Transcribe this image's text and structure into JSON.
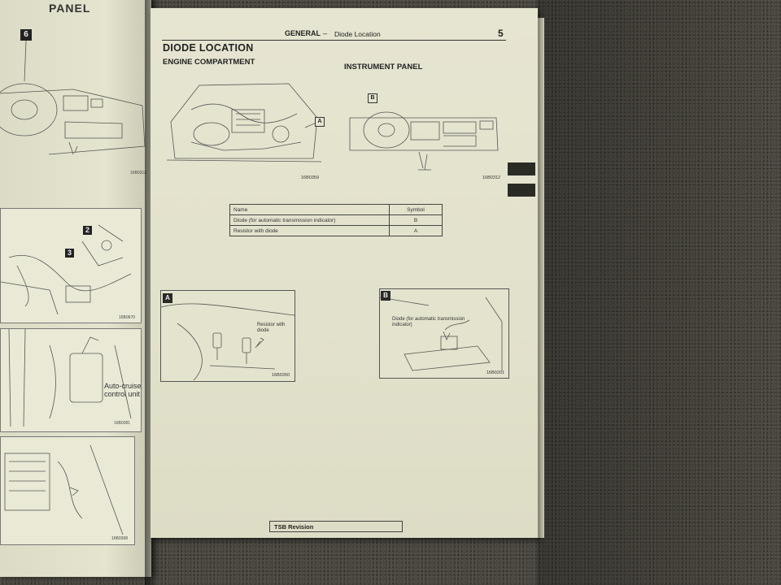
{
  "left_page": {
    "title": "PANEL",
    "callouts": [
      "6",
      "3",
      "2",
      "3"
    ],
    "label": "Auto-cruise control unit",
    "fig_codes": [
      "16B0670",
      "16B0381",
      "16B0368"
    ]
  },
  "header": {
    "section": "GENERAL",
    "separator": "–",
    "subsection": "Diode Location",
    "page_number": "5"
  },
  "page_title": "DIODE LOCATION",
  "engine_figure": {
    "heading": "ENGINE COMPARTMENT",
    "callout": "A",
    "code": "16B0359"
  },
  "panel_figure": {
    "heading": "INSTRUMENT PANEL",
    "callout": "B",
    "code": "16B0312"
  },
  "table": {
    "headers": [
      "Name",
      "Symbol"
    ],
    "rows": [
      {
        "name": "Diode (for automatic transmission indicator)",
        "symbol": "B"
      },
      {
        "name": "Resistor with diode",
        "symbol": "A"
      }
    ]
  },
  "detail_a": {
    "tag": "A",
    "note": "Resistor with diode",
    "code": "16B0260"
  },
  "detail_b": {
    "tag": "B",
    "note": "Diode (for automatic transmission indicator)",
    "code": "16B0201"
  },
  "footer": {
    "tsb_label": "TSB Revision"
  },
  "colors": {
    "paper": "#e4e3cd",
    "ink": "#222222",
    "carpet": "#4a4840",
    "tab": "#2b2b26"
  }
}
